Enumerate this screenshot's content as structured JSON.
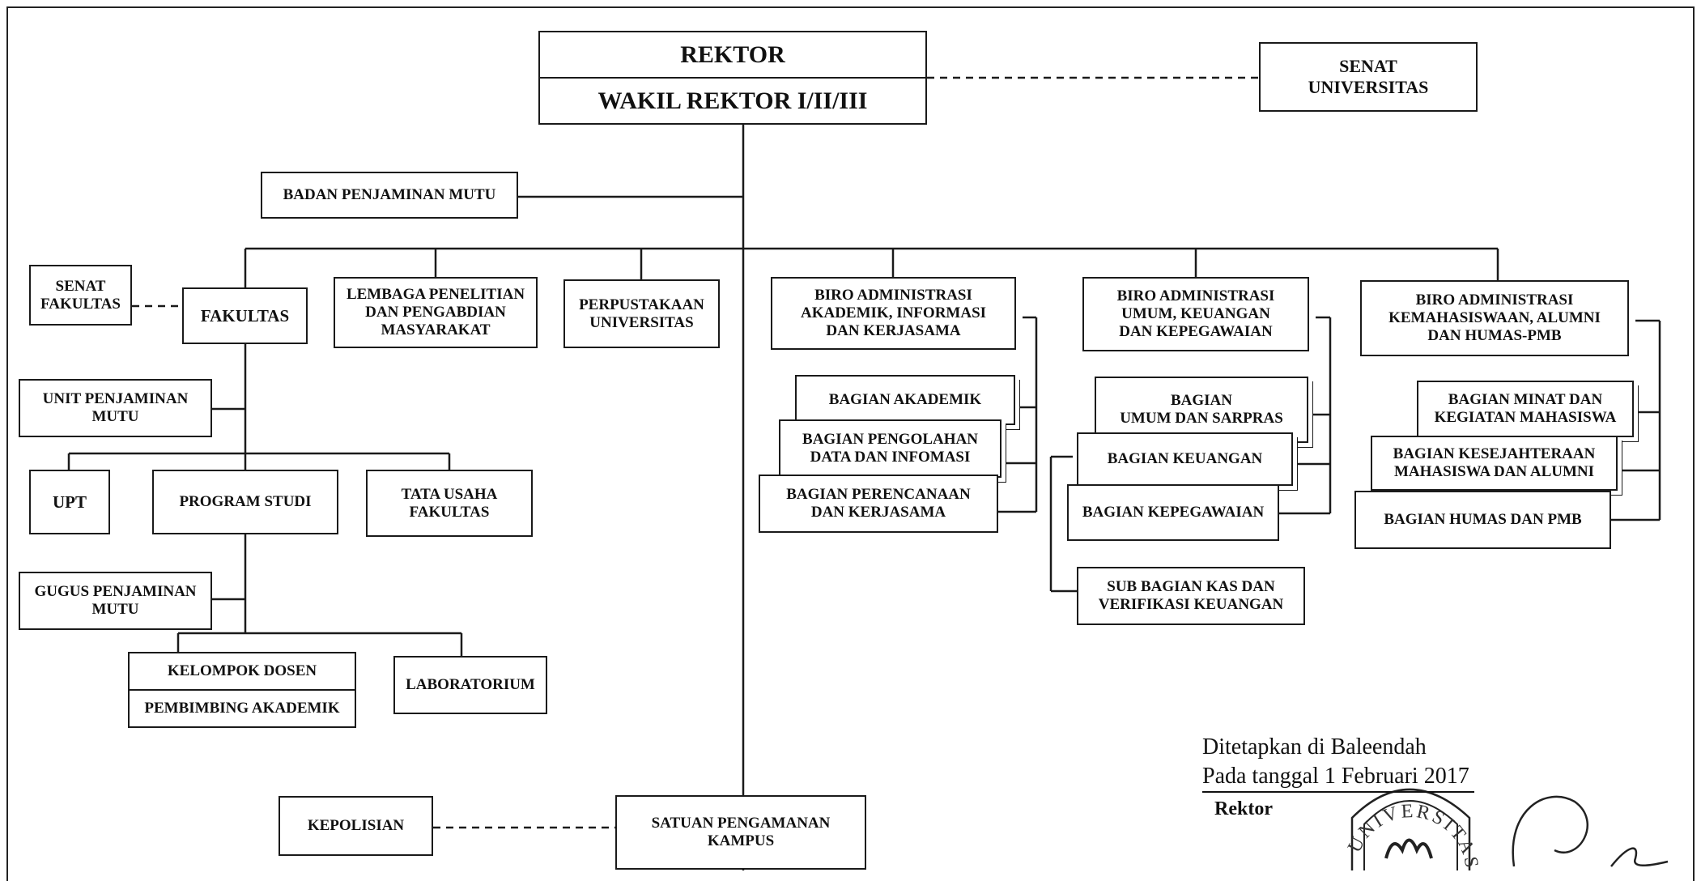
{
  "org_chart": {
    "rektor": "REKTOR",
    "wakil_rektor": "WAKIL REKTOR I/II/III",
    "senat_universitas": "SENAT\nUNIVERSITAS",
    "badan_penjaminan_mutu": "BADAN PENJAMINAN MUTU",
    "senat_fakultas": "SENAT\nFAKULTAS",
    "fakultas": "FAKULTAS",
    "lembaga_penelitian": "LEMBAGA PENELITIAN\nDAN PENGABDIAN\nMASYARAKAT",
    "perpustakaan": "PERPUSTAKAAN\nUNIVERSITAS",
    "biro_akademik": "BIRO ADMINISTRASI\nAKADEMIK, INFORMASI\nDAN KERJASAMA",
    "biro_umum": "BIRO ADMINISTRASI\nUMUM, KEUANGAN\nDAN KEPEGAWAIAN",
    "biro_kemahasiswaan": "BIRO ADMINISTRASI\nKEMAHASISWAAN, ALUMNI\nDAN HUMAS-PMB",
    "unit_penjaminan_mutu": "UNIT PENJAMINAN\nMUTU",
    "upt": "UPT",
    "program_studi": "PROGRAM STUDI",
    "tata_usaha": "TATA USAHA\nFAKULTAS",
    "gugus_penjaminan_mutu": "GUGUS PENJAMINAN\nMUTU",
    "kelompok_dosen": "KELOMPOK DOSEN",
    "pembimbing_akademik": "PEMBIMBING AKADEMIK",
    "laboratorium": "LABORATORIUM",
    "bagian_akademik": "BAGIAN  AKADEMIK",
    "bagian_pengolahan": "BAGIAN PENGOLAHAN\nDATA DAN INFOMASI",
    "bagian_perencanaan": "BAGIAN PERENCANAAN\nDAN KERJASAMA",
    "bagian_umum_sarpras": "BAGIAN\nUMUM DAN SARPRAS",
    "bagian_keuangan": "BAGIAN KEUANGAN",
    "bagian_kepegawaian": "BAGIAN KEPEGAWAIAN",
    "sub_bagian_kas": "SUB BAGIAN KAS DAN\nVERIFIKASI KEUANGAN",
    "bagian_minat": "BAGIAN MINAT DAN\nKEGIATAN MAHASISWA",
    "bagian_kesejahteraan": "BAGIAN KESEJAHTERAAN\nMAHASISWA DAN ALUMNI",
    "bagian_humas": "BAGIAN HUMAS DAN PMB",
    "kepolisian": "KEPOLISIAN",
    "satuan_pengamanan": "SATUAN PENGAMANAN\nKAMPUS"
  },
  "signature": {
    "place": "Ditetapkan di Baleendah",
    "date": "Pada tanggal  1 Februari 2017",
    "title": "Rektor",
    "seal_text": "UNIVERSITAS"
  }
}
